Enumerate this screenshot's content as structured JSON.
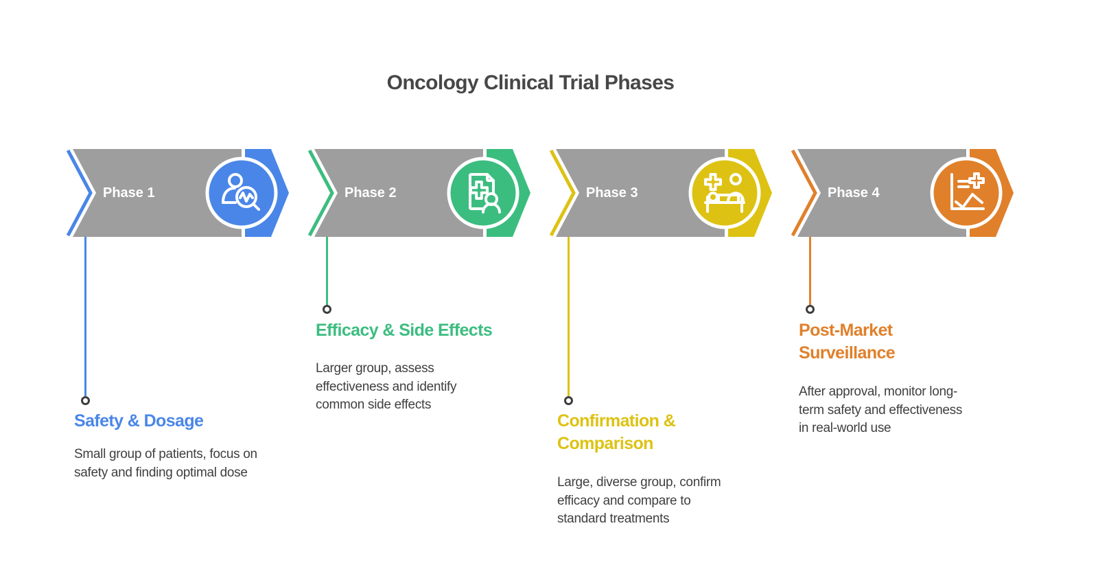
{
  "title": "Oncology Clinical Trial Phases",
  "colors": {
    "background": "#ffffff",
    "banner_gray": "#9e9e9e",
    "title_text": "#474747",
    "body_text": "#3f3f3f",
    "connector_dot_ring": "#3d3d3d",
    "banner_label_text": "#ffffff"
  },
  "phases": [
    {
      "label": "Phase 1",
      "accent": "#4a86e8",
      "icon": "patient-search-icon",
      "heading": [
        "Safety & Dosage"
      ],
      "description": [
        "Small group of patients, focus on",
        "safety and finding optimal dose"
      ],
      "connector_length": "long"
    },
    {
      "label": "Phase 2",
      "accent": "#3cbd80",
      "icon": "medical-report-person-icon",
      "heading": [
        "Efficacy & Side Effects"
      ],
      "description": [
        "Larger group, assess",
        "effectiveness and identify",
        "common side effects"
      ],
      "connector_length": "short"
    },
    {
      "label": "Phase 3",
      "accent": "#ddc213",
      "icon": "hospital-bed-patient-icon",
      "heading": [
        "Confirmation &",
        "Comparison"
      ],
      "description": [
        "Large, diverse group, confirm",
        "efficacy and compare to",
        "standard treatments"
      ],
      "connector_length": "long"
    },
    {
      "label": "Phase 4",
      "accent": "#e0802b",
      "icon": "chart-medical-cross-icon",
      "heading": [
        "Post-Market",
        "Surveillance"
      ],
      "description": [
        "After approval, monitor long-",
        "term safety and effectiveness",
        "in real-world use"
      ],
      "connector_length": "short"
    }
  ]
}
